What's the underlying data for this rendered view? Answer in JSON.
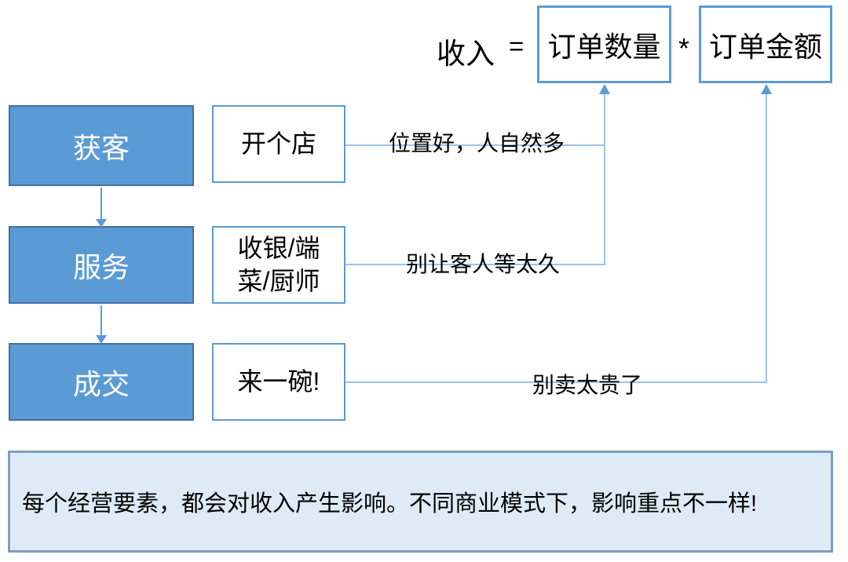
{
  "formula": {
    "result": "收入",
    "equals_sign": "=",
    "factor1": "订单数量",
    "multiply_sign": "*",
    "factor2": "订单金额"
  },
  "flow": {
    "stages": [
      {
        "name": "获客",
        "action_lines": [
          "开个店"
        ],
        "annotation": "位置好，人自然多"
      },
      {
        "name": "服务",
        "action_lines": [
          "收银/端",
          "菜/厨师"
        ],
        "annotation": "别让客人等太久"
      },
      {
        "name": "成交",
        "action_lines": [
          "来一碗!"
        ],
        "annotation": "别卖太贵了"
      }
    ]
  },
  "banner": {
    "text": "每个经营要素，都会对收入产生影响。不同商业模式下，影响重点不一样!"
  },
  "colors": {
    "stage_fill": "#5B9BD5",
    "stage_border": "#41719C",
    "action_border": "#5B9BD5",
    "connector_line": "#9DC3E6",
    "arrowhead": "#5B9BD5",
    "banner_fill": "#DEEBF7",
    "banner_border": "#7F9DBE"
  }
}
